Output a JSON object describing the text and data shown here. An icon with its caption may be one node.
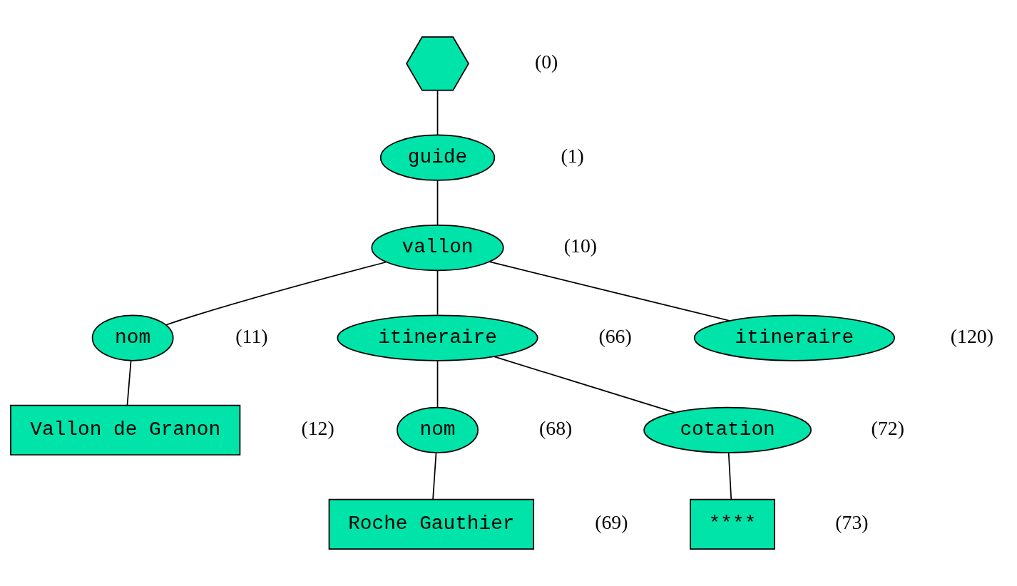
{
  "diagram": {
    "nodes": [
      {
        "text": [],
        "shape": "hexagon",
        "beside": [
          "(0)"
        ]
      },
      {
        "text": [
          "guide"
        ],
        "beside": [
          "(1)"
        ]
      },
      {
        "text": [
          "vallon"
        ],
        "beside": [
          "(10)"
        ]
      },
      {
        "text": [
          "nom"
        ],
        "beside": [
          "(11)"
        ]
      },
      {
        "text": [
          "itineraire"
        ],
        "beside": [
          "(66)"
        ]
      },
      {
        "text": [
          "itineraire"
        ],
        "beside": [
          "(120)"
        ]
      },
      {
        "text": [
          "Vallon de Granon"
        ],
        "beside": [
          "(12)"
        ]
      },
      {
        "text": [
          "nom"
        ],
        "beside": [
          "(68)"
        ]
      },
      {
        "text": [
          "cotation"
        ],
        "beside": [
          "(72)"
        ]
      },
      {
        "text": [
          "Roche Gauthier"
        ],
        "beside": [
          "(69)"
        ]
      },
      {
        "text": [
          "****"
        ],
        "beside": [
          "(73)"
        ]
      }
    ],
    "edges": [
      {
        "from": 0,
        "to": 1,
        "arrow": "none"
      },
      {
        "from": 1,
        "to": 2,
        "arrow": "none"
      },
      {
        "from": 2,
        "to": 3,
        "arrow": "none"
      },
      {
        "from": 2,
        "to": 4,
        "arrow": "none"
      },
      {
        "from": 2,
        "to": 5,
        "arrow": "none"
      },
      {
        "from": 3,
        "to": 6,
        "arrow": "none"
      },
      {
        "from": 4,
        "to": 7,
        "arrow": "none"
      },
      {
        "from": 4,
        "to": 8,
        "arrow": "none"
      },
      {
        "from": 7,
        "to": 9,
        "arrow": "none"
      },
      {
        "from": 8,
        "to": 10,
        "arrow": "none"
      }
    ]
  }
}
